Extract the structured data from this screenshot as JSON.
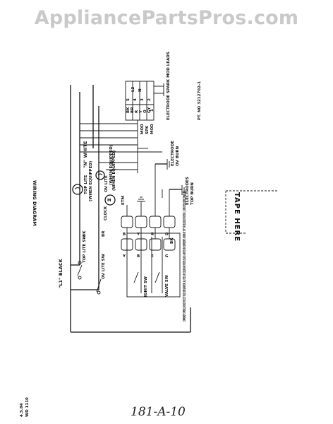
{
  "watermark": "AppliancePartsPros.com",
  "diagram": {
    "title": "WIRING DIAGRAM",
    "line_label": "\"L1\" BLACK",
    "neutral_label": "\"N\" WHITE",
    "switches": {
      "top_lite_sw": "TOP LITE SW",
      "ov_lite_sw": "OV LITE SW",
      "ignit_sw": "IGNIT SW",
      "valve_sw": "VALVE SW",
      "wire_bk": "BK",
      "wire_br": "BR",
      "wire_bk2": "BK"
    },
    "loads": {
      "top_lite": "TOP LITE",
      "top_lite_sub": "(WHEN EQUIPPED)",
      "ov_lite": "OV LITE",
      "ov_lite_sub": "(WHEN EQUIPPED)",
      "clock": "CLOCK",
      "clock_sub": "(WHEN EQUIPPED)",
      "clock_marking": "ETM"
    },
    "electrodes": {
      "oven_burn": "ELECTRODE",
      "oven_burn_sub": "OV BURN",
      "top_burn": "ELECTRODES",
      "top_burn_sub": "TOP BURN"
    },
    "module": {
      "label": "ELECTRODE SPARK MOD LEADS",
      "mod_labels": [
        "MOD",
        "SPK",
        "MOD"
      ],
      "terminals": [
        "5",
        "4",
        "3",
        "2",
        "1"
      ],
      "terminal_codes": [
        "BK",
        "BR",
        "R",
        "Y",
        "O",
        "GY"
      ],
      "part_no": "PT. NO 3212702-1",
      "spk_mod_terminals": [
        "L2",
        "N"
      ]
    },
    "block_markers": [
      "B",
      "Y",
      "R",
      "O",
      "Y",
      "B",
      "E",
      "G"
    ],
    "note": "COMPONENT SYMBOLS DO NOT REFLECT TRUE CONFIGURATION. ALL FEED LINE COLORS ARE NOTED (BLACK & WHITE) ON COMPONENTS SHOWN IN \"OFF\" OR RELEASED POSITION. (□) INDICATES DOUBLE SPARK ION.",
    "tape_here": "TAPE HERE",
    "date_code": "4.5.84",
    "doc_code": "WD 1110",
    "handwritten": "181-A-10"
  }
}
